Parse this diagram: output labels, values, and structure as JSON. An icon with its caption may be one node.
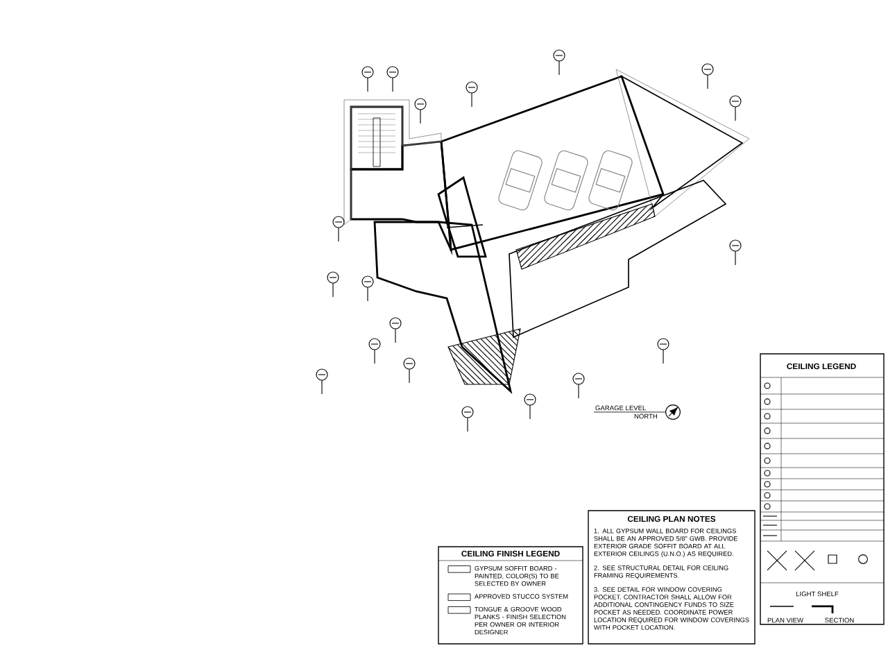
{
  "diagram": {
    "title": "GARAGE LEVEL",
    "labels": [
      "NORTH",
      "CEILING LEGEND",
      "LIGHT SHELF",
      "PLAN VIEW",
      "SECTION",
      "CEILING FINISH LEGEND",
      "CEILING PLAN NOTES",
      "1. ALL GYPSUM WALL BOARD FOR CEILINGS SHALL BE AN APPROVED 5/8\" GWB. PROVIDE EXTERIOR GRADE SOFFIT BOARD AT ALL EXTERIOR CEILINGS (U.N.O.) AS REQUIRED.",
      "2. SEE STRUCTURAL DETAIL FOR CEILING FRAMING REQUIREMENTS.",
      "3. SEE DETAIL FOR WINDOW COVERING POCKET. CONTRACTOR SHALL ALLOW FOR ADDITIONAL CONTINGENCY FUNDS TO SIZE POCKET AS NEEDED. COORDINATE POWER LOCATION REQUIRED FOR WINDOW COVERINGS WITH POCKET LOCATION."
    ],
    "legend": [
      {
        "text": "GYPSUM SOFFIT BOARD - PAINTED, COLOR(S) TO BE SELECTED BY OWNER"
      },
      {
        "text": "APPROVED STUCCO SYSTEM"
      },
      {
        "text": "TONGUE & GROOVE WOOD PLANKS - FINISH SELECTION PER OWNER OR INTERIOR DESIGNER"
      }
    ]
  }
}
